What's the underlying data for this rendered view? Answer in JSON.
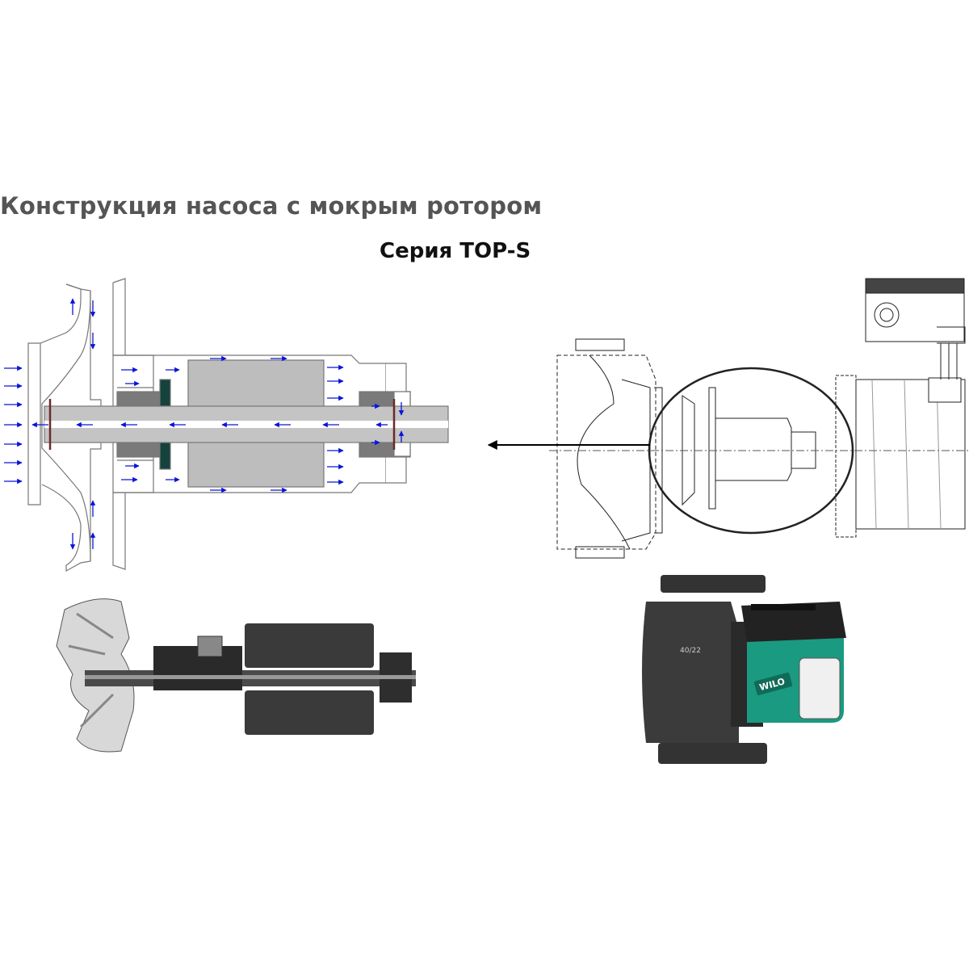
{
  "title": "Конструкция насоса с мокрым ротором",
  "subtitle": "Серия TOP-S",
  "pump_brand_logo": "WILO",
  "colors": {
    "title": "#555555",
    "flow_arrows": "#0a14d8",
    "stator": "#bdbdbd",
    "bearing": "#7a7a7a",
    "seal": "#15423c",
    "pump_body": "#1a9a80"
  },
  "figures": {
    "cross_section": "flow-diagram-cross-section",
    "exploded_drawing": "pump-technical-drawing",
    "rotor_photo": "rotor-with-impeller-photo",
    "pump_photo": "wilo-top-s-pump-photo"
  }
}
